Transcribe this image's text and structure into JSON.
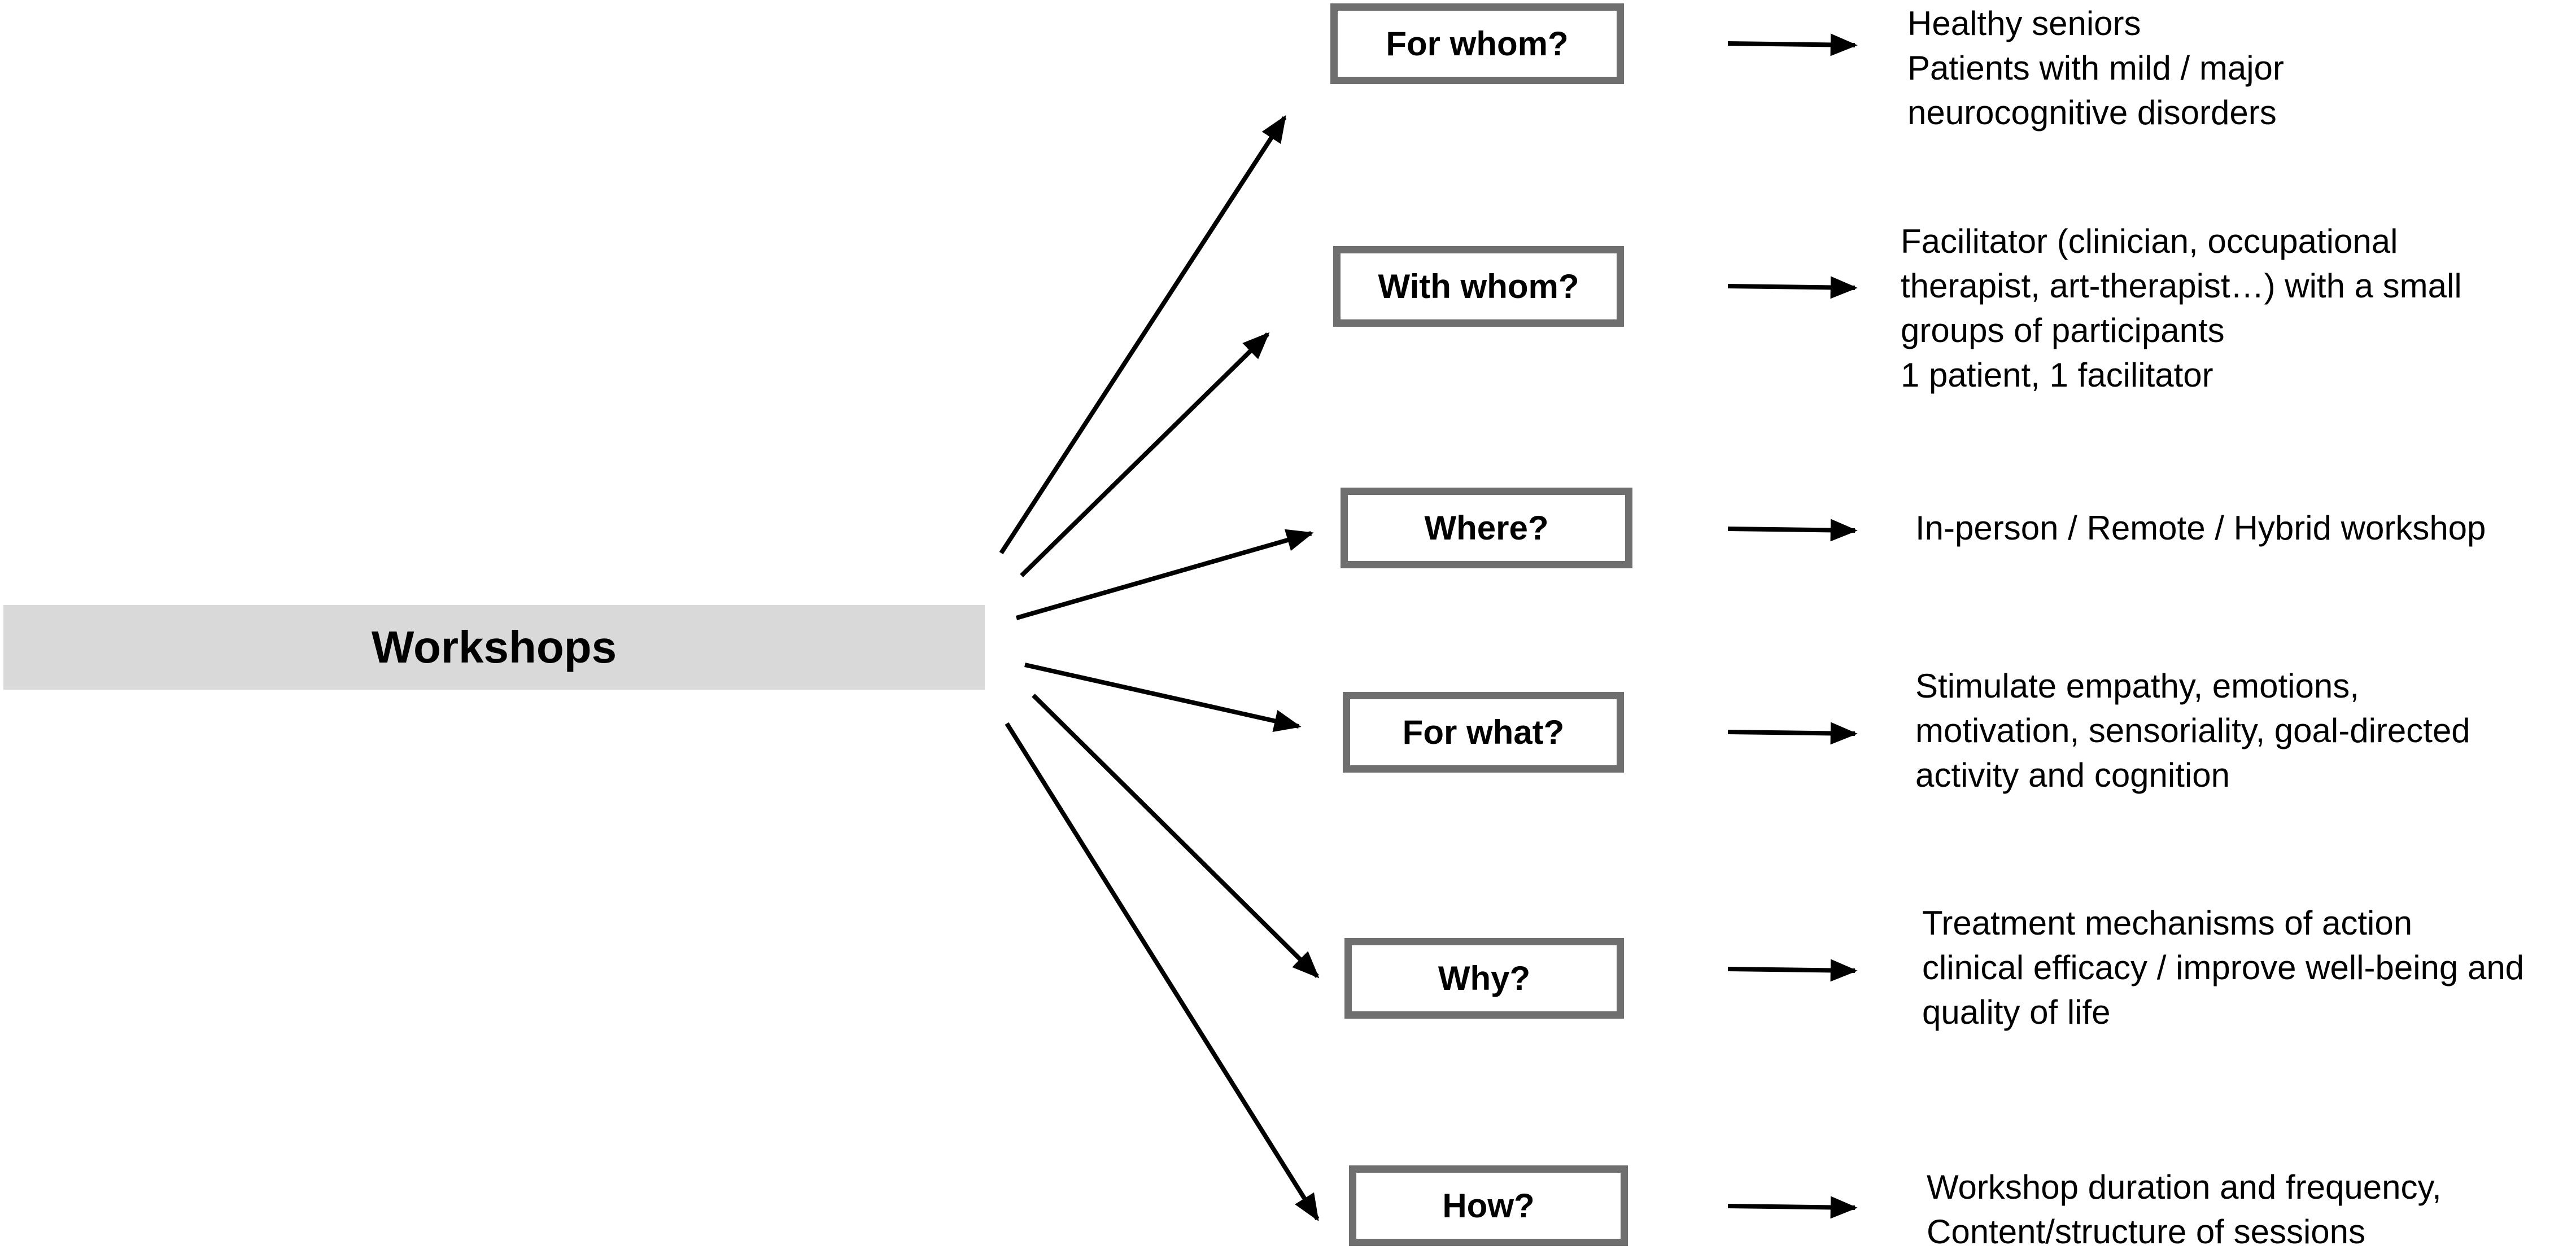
{
  "diagram": {
    "center_label": "Workshops",
    "questions": [
      {
        "label": "For whom?",
        "answer_lines": [
          "Healthy seniors",
          "Patients with mild / major",
          "neurocognitive disorders"
        ]
      },
      {
        "label": "With whom?",
        "answer_lines": [
          "Facilitator (clinician, occupational",
          "therapist, art-therapist…) with a small",
          "groups of participants",
          "1 patient, 1 facilitator"
        ]
      },
      {
        "label": "Where?",
        "answer_lines": [
          "In-person / Remote / Hybrid workshop"
        ]
      },
      {
        "label": "For what?",
        "answer_lines": [
          "Stimulate empathy, emotions,",
          "motivation, sensoriality, goal-directed",
          "activity and cognition"
        ]
      },
      {
        "label": "Why?",
        "answer_lines": [
          "Treatment mechanisms of action",
          "clinical efficacy / improve well-being and",
          "quality of life"
        ]
      },
      {
        "label": "How?",
        "answer_lines": [
          "Workshop duration and frequency,",
          "Content/structure of sessions"
        ]
      }
    ]
  },
  "colors": {
    "center_fill": "#d9d9d9",
    "box_border": "#6f6f6f",
    "arrow": "#000000",
    "text": "#000000"
  }
}
